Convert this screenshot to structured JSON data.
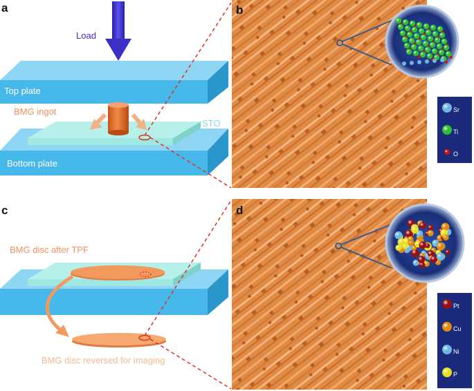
{
  "panels": {
    "a": "a",
    "b": "b",
    "c": "c",
    "d": "d"
  },
  "labels": {
    "load": "Load",
    "top_plate": "Top plate",
    "bmg_ingot": "BMG ingot",
    "sto": "STO",
    "bottom_plate": "Bottom plate",
    "bmg_disc_after_tpf": "BMG disc after TPF",
    "bmg_disc_reversed": "BMG disc reversed for imaging"
  },
  "legend_b": [
    {
      "symbol": "Sr",
      "color": "#6fb6e0"
    },
    {
      "symbol": "Ti",
      "color": "#2fbf2f"
    },
    {
      "symbol": "O",
      "color": "#d01010"
    }
  ],
  "legend_d": [
    {
      "symbol": "Pt",
      "color": "#9a1010"
    },
    {
      "symbol": "Cu",
      "color": "#e08a10"
    },
    {
      "symbol": "Ni",
      "color": "#6fb6e0"
    },
    {
      "symbol": "P",
      "color": "#e8e020"
    }
  ],
  "colors": {
    "plate": "#46b8ea",
    "plate_dark": "#2a97cc",
    "sto": "#9fe8e0",
    "bmg": "#f29a5e",
    "accent_red": "#e03020",
    "load_arrow": "#3a30c8",
    "legend_bg": "#1b2a7a"
  }
}
